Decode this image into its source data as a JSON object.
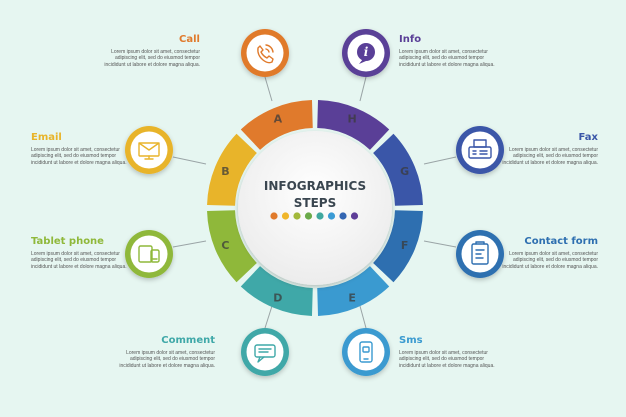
{
  "center": {
    "line1": "INFOGRAPHICS",
    "line2": "STEPS"
  },
  "palette": [
    "#e07a2c",
    "#f0b62b",
    "#a2b83a",
    "#6aaa4a",
    "#3fa89f",
    "#3a9bd5",
    "#3366b3",
    "#5e3e98"
  ],
  "steps": [
    {
      "letter": "A",
      "title": "Call",
      "icon": "phone-icon",
      "color": "#e07a2c",
      "desc": "Lorem ipsum dolor sit amet, consectetur adipiscing elit, sed do eiusmod tempor incididunt ut labore et dolore magna aliqua."
    },
    {
      "letter": "B",
      "title": "Email",
      "icon": "email-icon",
      "color": "#e8b42a",
      "desc": "Lorem ipsum dolor sit amet, consectetur adipiscing elit, sed do eiusmod tempor incididunt ut labore et dolore magna aliqua."
    },
    {
      "letter": "C",
      "title": "Tablet phone",
      "icon": "tablet-phone-icon",
      "color": "#8fb83a",
      "desc": "Lorem ipsum dolor sit amet, consectetur adipiscing elit, sed do eiusmod tempor incididunt ut labore et dolore magna aliqua."
    },
    {
      "letter": "D",
      "title": "Comment",
      "icon": "comment-icon",
      "color": "#3fa8a8",
      "desc": "Lorem ipsum dolor sit amet, consectetur adipiscing elit, sed do eiusmod tempor incididunt ut labore et dolore magna aliqua."
    },
    {
      "letter": "E",
      "title": "Sms",
      "icon": "sms-icon",
      "color": "#3a9ad0",
      "desc": "Lorem ipsum dolor sit amet, consectetur adipiscing elit, sed do eiusmod tempor incididunt ut labore et dolore magna aliqua."
    },
    {
      "letter": "F",
      "title": "Contact form",
      "icon": "contact-form-icon",
      "color": "#2e6fb0",
      "desc": "Lorem ipsum dolor sit amet, consectetur adipiscing elit, sed do eiusmod tempor incididunt ut labore et dolore magna aliqua."
    },
    {
      "letter": "G",
      "title": "Fax",
      "icon": "fax-icon",
      "color": "#3a56a8",
      "desc": "Lorem ipsum dolor sit amet, consectetur adipiscing elit, sed do eiusmod tempor incididunt ut labore et dolore magna aliqua."
    },
    {
      "letter": "H",
      "title": "Info",
      "icon": "info-icon",
      "color": "#5a3f97",
      "desc": "Lorem ipsum dolor sit amet, consectetur adipiscing elit, sed do eiusmod tempor incididunt ut labore et dolore magna aliqua."
    }
  ]
}
